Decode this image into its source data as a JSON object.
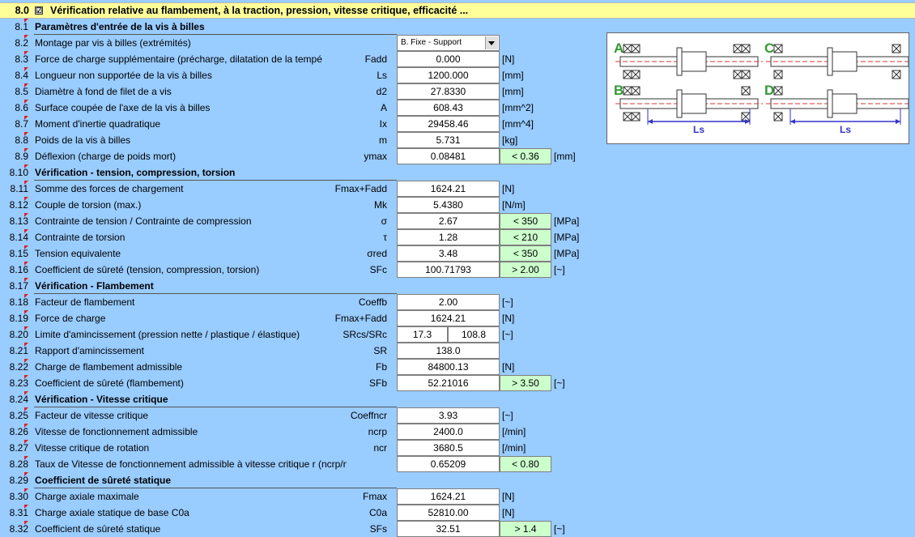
{
  "header": {
    "num": "8.0",
    "check": "☑",
    "title": "Vérification relative au flambement, à la traction, pression, vitesse critique, efficacité ..."
  },
  "rows": [
    {
      "n": "8.1",
      "label": "Paramètres d'entrée de la vis à billes",
      "section": true
    },
    {
      "n": "8.2",
      "label": "Montage par vis à billes (extrémités)",
      "select": "B. Fixe - Support"
    },
    {
      "n": "8.3",
      "label": "Force de charge supplémentaire (précharge, dilatation de la tempé",
      "sym": "Fadd",
      "val": "0.000",
      "unit": "[N]",
      "input": true
    },
    {
      "n": "8.4",
      "label": "Longueur non supportée de la vis à billes",
      "sym": "Ls",
      "val": "1200.000",
      "unit": "[mm]",
      "input": true
    },
    {
      "n": "8.5",
      "label": "Diamètre à fond de filet de a vis",
      "sym": "d2",
      "val": "27.8330",
      "unit": "[mm]"
    },
    {
      "n": "8.6",
      "label": "Surface coupée de l'axe de la vis à billes",
      "sym": "A",
      "val": "608.43",
      "unit": "[mm^2]"
    },
    {
      "n": "8.7",
      "label": "Moment d'inertie quadratique",
      "sym": "Ix",
      "val": "29458.46",
      "unit": "[mm^4]"
    },
    {
      "n": "8.8",
      "label": "Poids de la vis à billes",
      "sym": "m",
      "val": "5.731",
      "unit": "[kg]"
    },
    {
      "n": "8.9",
      "label": "Déflexion (charge de poids mort)",
      "sym": "ymax",
      "val": "0.08481",
      "lim": "< 0.36",
      "unit2": "[mm]"
    },
    {
      "n": "8.10",
      "label": "Vérification - tension, compression, torsion",
      "section": true
    },
    {
      "n": "8.11",
      "label": "Somme des forces de chargement",
      "sym": "Fmax+Fadd",
      "val": "1624.21",
      "unit": "[N]"
    },
    {
      "n": "8.12",
      "label": "Couple de torsion (max.)",
      "sym": "Mk",
      "val": "5.4380",
      "unit": "[N/m]"
    },
    {
      "n": "8.13",
      "label": "Contrainte de tension / Contrainte de compression",
      "sym": "σ",
      "val": "2.67",
      "lim": "< 350",
      "unit2": "[MPa]"
    },
    {
      "n": "8.14",
      "label": "Contrainte de torsion",
      "sym": "τ",
      "val": "1.28",
      "lim": "< 210",
      "unit2": "[MPa]"
    },
    {
      "n": "8.15",
      "label": "Tension equivalente",
      "sym": "σred",
      "val": "3.48",
      "lim": "< 350",
      "unit2": "[MPa]"
    },
    {
      "n": "8.16",
      "label": "Coefficient de sûreté (tension, compression, torsion)",
      "sym": "SFc",
      "val": "100.71793",
      "lim": "> 2.00",
      "unit2": "[~]"
    },
    {
      "n": "8.17",
      "label": "Vérification - Flambement",
      "section": true
    },
    {
      "n": "8.18",
      "label": "Facteur de flambement",
      "sym": "Coeffb",
      "val": "2.00",
      "unit": "[~]",
      "input": true
    },
    {
      "n": "8.19",
      "label": "Force de charge",
      "sym": "Fmax+Fadd",
      "val": "1624.21",
      "unit": "[N]"
    },
    {
      "n": "8.20",
      "label": "Limite d'amincissement (pression nette / plastique / élastique)",
      "sym": "SRcs/SRc",
      "v1": "17.3",
      "v2": "108.8",
      "unit": "[~]"
    },
    {
      "n": "8.21",
      "label": "Rapport d'amincissement",
      "sym": "SR",
      "val": "138.0",
      "unit": ""
    },
    {
      "n": "8.22",
      "label": "Charge de flambement admissible",
      "sym": "Fb",
      "val": "84800.13",
      "unit": "[N]"
    },
    {
      "n": "8.23",
      "label": "Coefficient de sûreté (flambement)",
      "sym": "SFb",
      "val": "52.21016",
      "lim": "> 3.50",
      "unit2": "[~]"
    },
    {
      "n": "8.24",
      "label": "Vérification - Vitesse critique",
      "section": true
    },
    {
      "n": "8.25",
      "label": "Facteur de vitesse critique",
      "sym": "Coeffncr",
      "val": "3.93",
      "unit": "[~]"
    },
    {
      "n": "8.26",
      "label": "Vitesse de fonctionnement admissible",
      "sym": "ncrp",
      "val": "2400.0",
      "unit": "[/min]"
    },
    {
      "n": "8.27",
      "label": "Vitesse critique de rotation",
      "sym": "ncr",
      "val": "3680.5",
      "unit": "[/min]"
    },
    {
      "n": "8.28",
      "label": "Taux de Vitesse de fonctionnement admissible à vitesse critique r (ncrp/ncr)",
      "sym": "",
      "val": "0.65209",
      "lim": "< 0.80",
      "unit2": ""
    },
    {
      "n": "8.29",
      "label": "Coefficient de sûreté statique",
      "section": true
    },
    {
      "n": "8.30",
      "label": "Charge axiale maximale",
      "sym": "Fmax",
      "val": "1624.21",
      "unit": "[N]"
    },
    {
      "n": "8.31",
      "label": "Charge axiale statique de base C0a",
      "sym": "C0a",
      "val": "52810.00",
      "unit": "[N]",
      "input": true
    },
    {
      "n": "8.32",
      "label": "Coefficient de sûreté statique",
      "sym": "SFs",
      "val": "32.51",
      "lim": "> 1.4",
      "unit2": "[~]"
    }
  ],
  "diagram": {
    "labels": [
      "A",
      "B",
      "C",
      "D"
    ],
    "dim_label": "Ls",
    "colors": {
      "letters": "#339933",
      "dim": "#3333cc",
      "centerline": "#dd3333"
    }
  }
}
